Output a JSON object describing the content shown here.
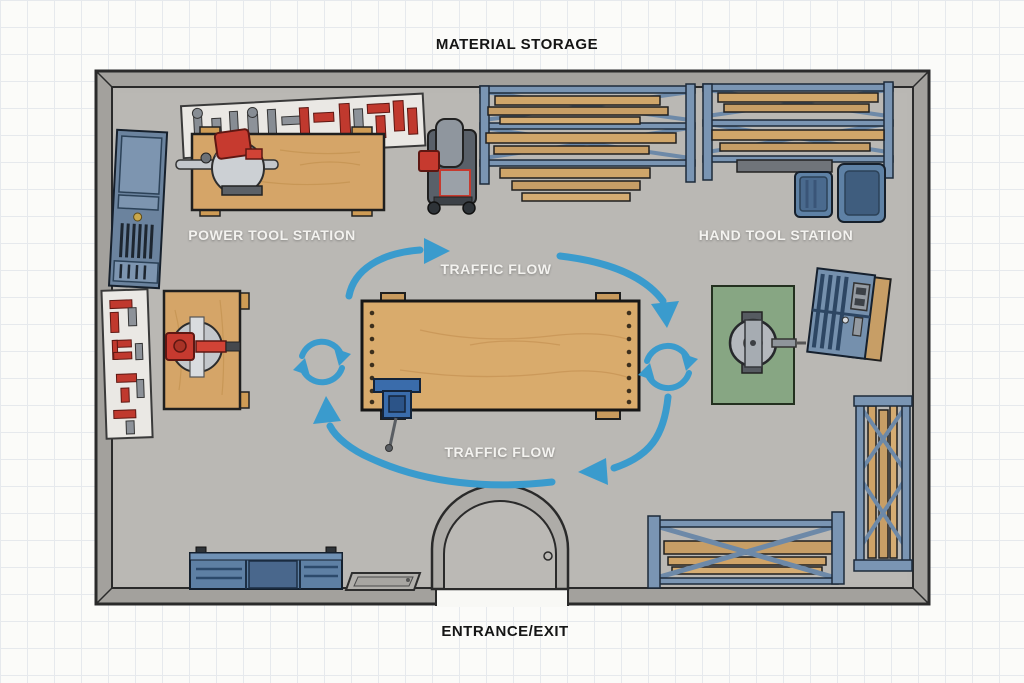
{
  "labels": {
    "material_storage": "MATERIAL STORAGE",
    "entrance_exit": "ENTRANCE/EXIT",
    "power_tool_station": "POWER TOOL STATION",
    "hand_tool_station": "HAND TOOL STATION",
    "traffic_flow_top": "TRAFFIC FLOW",
    "traffic_flow_bottom": "TRAFFIC FLOW"
  },
  "traffic_flow": {
    "direction": "clockwise",
    "arrow_color": "#3a9bcd"
  },
  "colors": {
    "floor_gray": "#b9b7b3",
    "wall_gray": "#a3a19d",
    "wood_tan": "#d5a568",
    "steel_blue": "#7a95b3",
    "cabinet_blue": "#5e80a4",
    "tool_red": "#c63a2f",
    "mat_green": "#87a683",
    "pegboard_white": "#eae8e4",
    "label_white": "#f3f2ef",
    "label_black": "#151515"
  },
  "furniture": [
    {
      "name": "wall-pegboard-tools",
      "zone": "material-storage-wall"
    },
    {
      "name": "power-tool-workbench-with-miter-saw",
      "zone": "power-tool-station"
    },
    {
      "name": "mobile-tool-cart",
      "zone": "power-tool-station"
    },
    {
      "name": "lumber-rack-left",
      "zone": "material-storage"
    },
    {
      "name": "lumber-rack-right",
      "zone": "material-storage"
    },
    {
      "name": "storage-bins",
      "zone": "material-storage"
    },
    {
      "name": "tall-tool-cabinet",
      "zone": "left-wall"
    },
    {
      "name": "clamp-pegboard",
      "zone": "left-wall"
    },
    {
      "name": "side-workbench-with-table-saw",
      "zone": "power-tool-station"
    },
    {
      "name": "central-workbench-with-vise",
      "zone": "center"
    },
    {
      "name": "grinder-mat",
      "zone": "hand-tool-station"
    },
    {
      "name": "bench-grinder",
      "zone": "hand-tool-station"
    },
    {
      "name": "hand-tool-cart",
      "zone": "hand-tool-station"
    },
    {
      "name": "vertical-lumber-rack",
      "zone": "right-wall"
    },
    {
      "name": "sheet-goods-rack",
      "zone": "bottom-right"
    },
    {
      "name": "low-storage-cabinet",
      "zone": "bottom-left"
    },
    {
      "name": "floor-tray",
      "zone": "entrance"
    },
    {
      "name": "entrance-door",
      "zone": "entrance"
    }
  ]
}
